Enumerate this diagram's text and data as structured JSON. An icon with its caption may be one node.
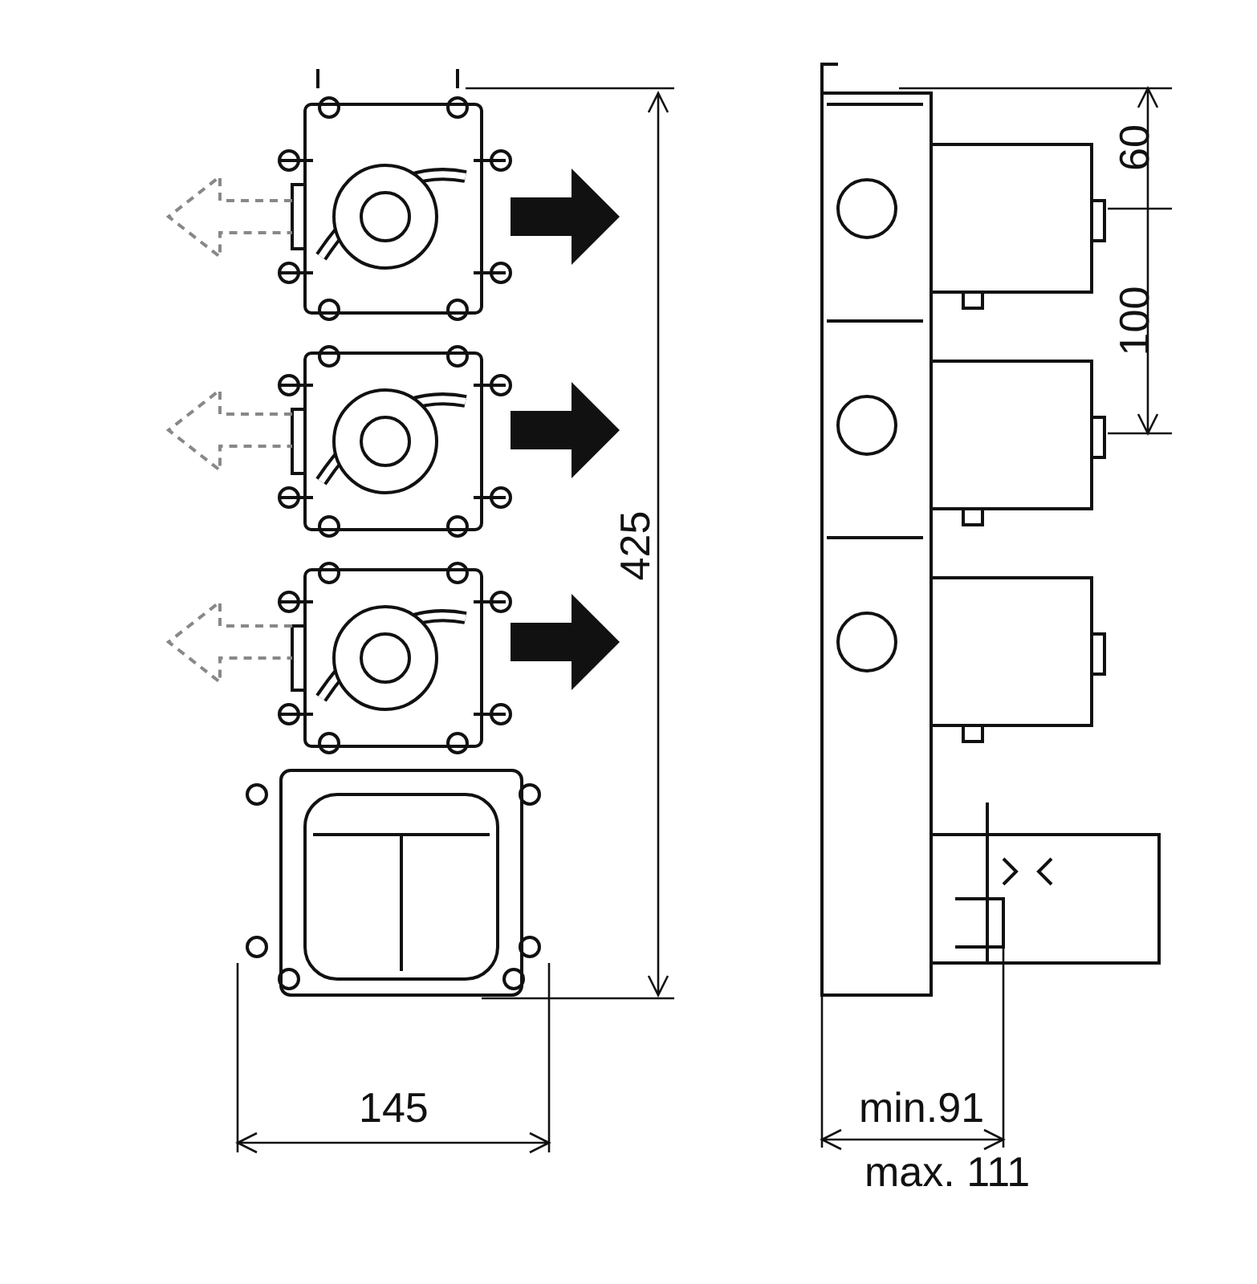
{
  "diagram": {
    "labels": [
      "60",
      "100",
      "425",
      "145",
      "min.91",
      "max. 111"
    ]
  }
}
